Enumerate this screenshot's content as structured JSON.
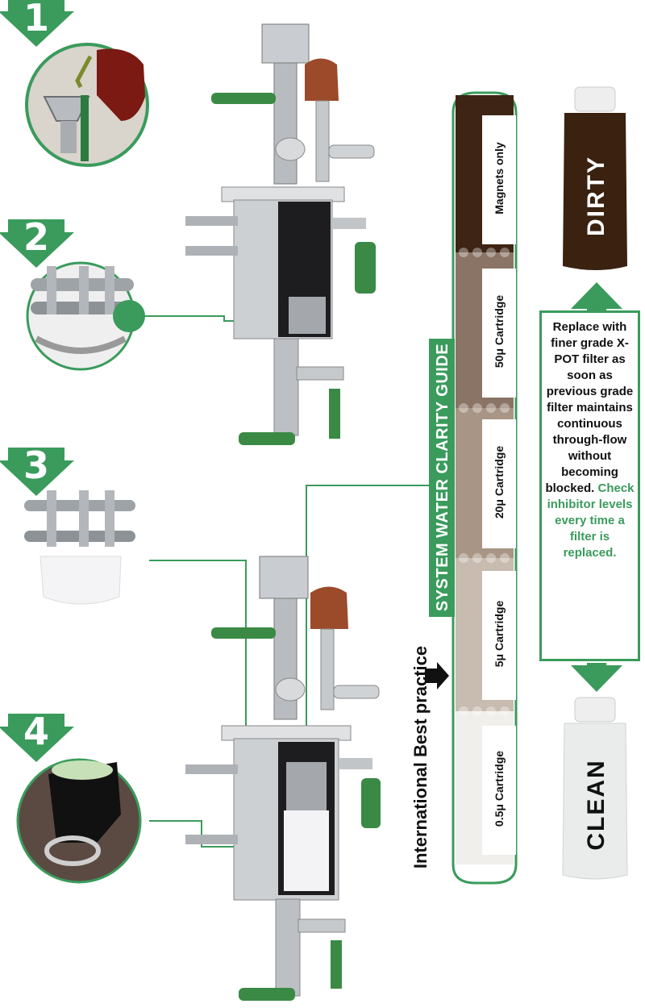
{
  "colors": {
    "accent_green": "#3a9b5c",
    "dirty_brown": "#3e2414",
    "band_50": "#8a7466",
    "band_20": "#a89585",
    "band_5": "#c8bcb0",
    "band_05": "#f1efec"
  },
  "steps": [
    {
      "number": "1",
      "icon": "funnel-pour-photo"
    },
    {
      "number": "2",
      "icon": "magnet-assembly-photo"
    },
    {
      "number": "3",
      "icon": "magnet-with-cartridge-photo"
    },
    {
      "number": "4",
      "icon": "cartridge-insert-photo"
    }
  ],
  "guide": {
    "title": "SYSTEM WATER CLARITY GUIDE",
    "best_practice": "International Best practice",
    "bands": [
      {
        "label": "Magnets only"
      },
      {
        "label": "50μ Cartridge"
      },
      {
        "label": "20μ Cartridge"
      },
      {
        "label": "5μ Cartridge"
      },
      {
        "label": "0.5μ Cartridge"
      }
    ]
  },
  "bottles": {
    "dirty": "DIRTY",
    "clean": "CLEAN"
  },
  "note": {
    "main": "Replace with finer grade X-POT filter as soon as previous grade filter maintains continuous through-flow without becoming blocked.",
    "highlight": "Check inhibitor levels every time a filter is replaced."
  }
}
